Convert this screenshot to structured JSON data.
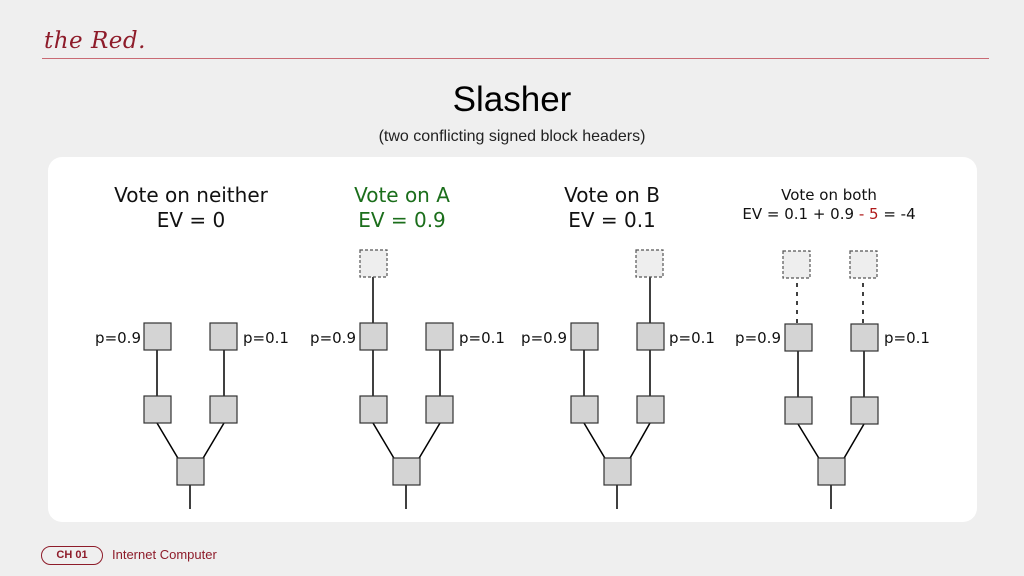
{
  "header": {
    "brand": "the Red."
  },
  "title": "Slasher",
  "subtitle": "(two conflicting signed block headers)",
  "colors": {
    "green": "#1b6e1b",
    "red": "#b01a1a",
    "block_fill": "#d4d4d4",
    "brand": "#8e1c2a"
  },
  "scenarios": [
    {
      "title": "Vote on neither",
      "ev": "EV = 0"
    },
    {
      "title": "Vote on A",
      "ev": "EV = 0.9"
    },
    {
      "title": "Vote on B",
      "ev": "EV = 0.1"
    },
    {
      "title": "Vote on both",
      "ev_prefix": "EV = 0.1 + 0.9 ",
      "ev_penalty": "- 5",
      "ev_suffix": " = -4"
    }
  ],
  "probabilities": {
    "left": "p=0.9",
    "right": "p=0.1"
  },
  "footer": {
    "chapter": "CH 01",
    "text": "Internet Computer"
  }
}
